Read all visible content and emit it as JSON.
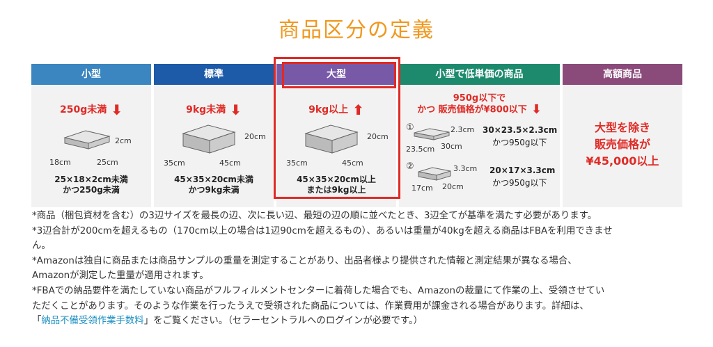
{
  "title": "商品区分の定義",
  "columns": {
    "small": {
      "header": "小型",
      "weight": "250g未満",
      "dim_h": "2cm",
      "dim_w": "18cm",
      "dim_d": "25cm",
      "note1": "25×18×2cm未満",
      "note2": "かつ250g未満"
    },
    "standard": {
      "header": "標準",
      "weight": "9kg未満",
      "dim_h": "20cm",
      "dim_w": "35cm",
      "dim_d": "45cm",
      "note1": "45×35×20cm未満",
      "note2": "かつ9kg未満"
    },
    "large": {
      "header": "大型",
      "weight": "9kg以上",
      "dim_h": "20cm",
      "dim_w": "35cm",
      "dim_d": "45cm",
      "note1": "45×35×20cm以上",
      "note2": "または9kg以上"
    },
    "lowprice": {
      "header": "小型で低単価の商品",
      "top1": "950g以下で",
      "top2": "かつ 販売価格が¥800以下",
      "opt1": {
        "num": "①",
        "h": "2.3cm",
        "w": "23.5cm",
        "d": "30cm",
        "size": "30×23.5×2.3cm",
        "weight": "かつ950g以下"
      },
      "opt2": {
        "num": "②",
        "h": "3.3cm",
        "w": "17cm",
        "d": "20cm",
        "size": "20×17×3.3cm",
        "weight": "かつ950g以下"
      }
    },
    "highvalue": {
      "header": "高額商品",
      "line1": "大型を除き",
      "line2": "販売価格が",
      "line3": "¥45,000以上"
    }
  },
  "notes": {
    "n1": "*商品（梱包資材を含む）の3辺サイズを最長の辺、次に長い辺、最短の辺の順に並べたとき、3辺全てが基準を満たす必要があります。",
    "n2a": "*3辺合計が200cmを超えるもの（170cm以上の場合は1辺90cmを超えるもの）、あるいは重量が40kgを超える商品はFBAを利用できませ",
    "n2b": "ん。",
    "n3a": "*Amazonは独自に商品または商品サンプルの重量を測定することがあり、出品者様より提供された情報と測定結果が異なる場合、",
    "n3b": "Amazonが測定した重量が適用されます。",
    "n4a": "*FBAでの納品要件を満たしていない商品がフルフィルメントセンターに着荷した場合でも、Amazonの裁量にて作業の上、受領させてい",
    "n4b": "ただくことがあります。そのような作業を行ったうえで受領された商品については、作業費用が課金される場合があります。詳細は、",
    "n4c_pre": "「",
    "n4c_link": "納品不備受領作業手数料",
    "n4c_post": "」をご覧ください。（セラーセントラルへのログインが必要です。）"
  }
}
